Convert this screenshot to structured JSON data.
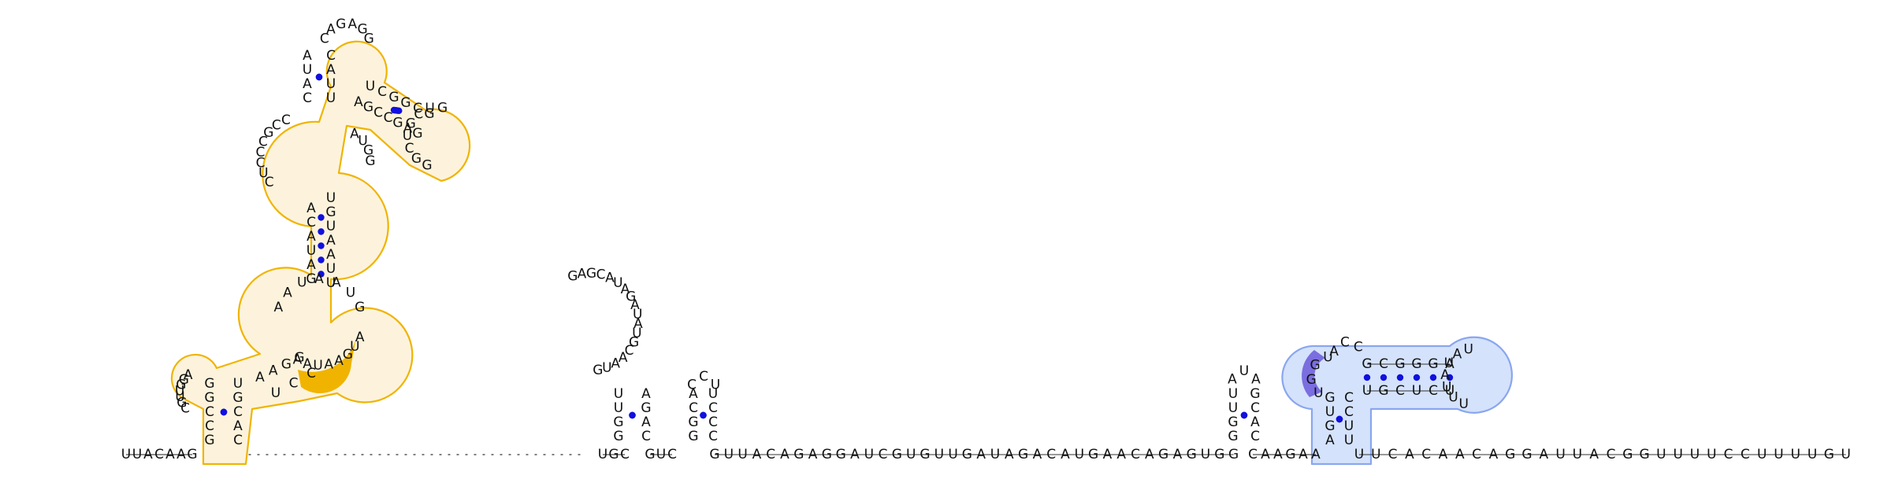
{
  "diagram": {
    "type": "rna-secondary-structure",
    "sequence_5prime": "UUACAAG",
    "sequence_3prime": "UUCACAACAGGAUUACGGUUUUCCUUUUGU",
    "linker_middle": "GUUACAGAGGAUCGUGUUGAUAGACAUGAACAGAGUGG",
    "linker_after_blue": "CAAGAA",
    "highlights": {
      "orange": "#f0b400",
      "orange_dark": "#f0b400",
      "blue": "#8aa6ef",
      "blue_dark": "#7a6ee0"
    },
    "pair_dot_color": "#1010e0"
  }
}
